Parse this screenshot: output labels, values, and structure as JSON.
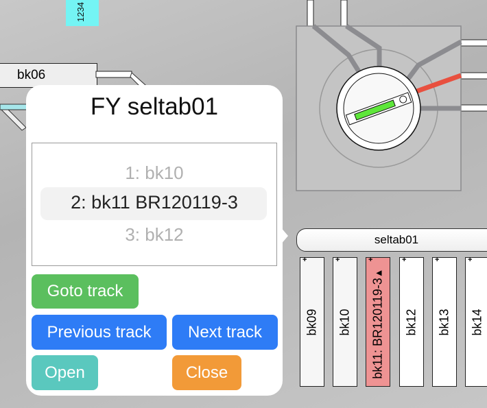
{
  "layout_labels": {
    "counter_tag": "1234",
    "block_bk06": "bk06"
  },
  "dialog": {
    "title": "FY seltab01",
    "picker_items": [
      "1: bk10",
      "2: bk11 BR120119-3",
      "3: bk12"
    ],
    "selected_index": 1,
    "buttons": {
      "goto": "Goto track",
      "previous": "Previous track",
      "next": "Next track",
      "open": "Open",
      "close": "Close"
    }
  },
  "turntable": {
    "name": "seltab01",
    "active_track_color": "#e8503f",
    "tracks": [
      "bk09",
      "bk10",
      "bk11: BR120119-3",
      "bk12",
      "bk13",
      "bk14"
    ],
    "active_track": "bk11: BR120119-3",
    "active_marker": "▲",
    "plus": "+"
  },
  "colors": {
    "goto": "#5bbf5e",
    "nav": "#2e7cf6",
    "open": "#5ac8be",
    "close": "#f29a38",
    "active_block": "#ee9393"
  }
}
